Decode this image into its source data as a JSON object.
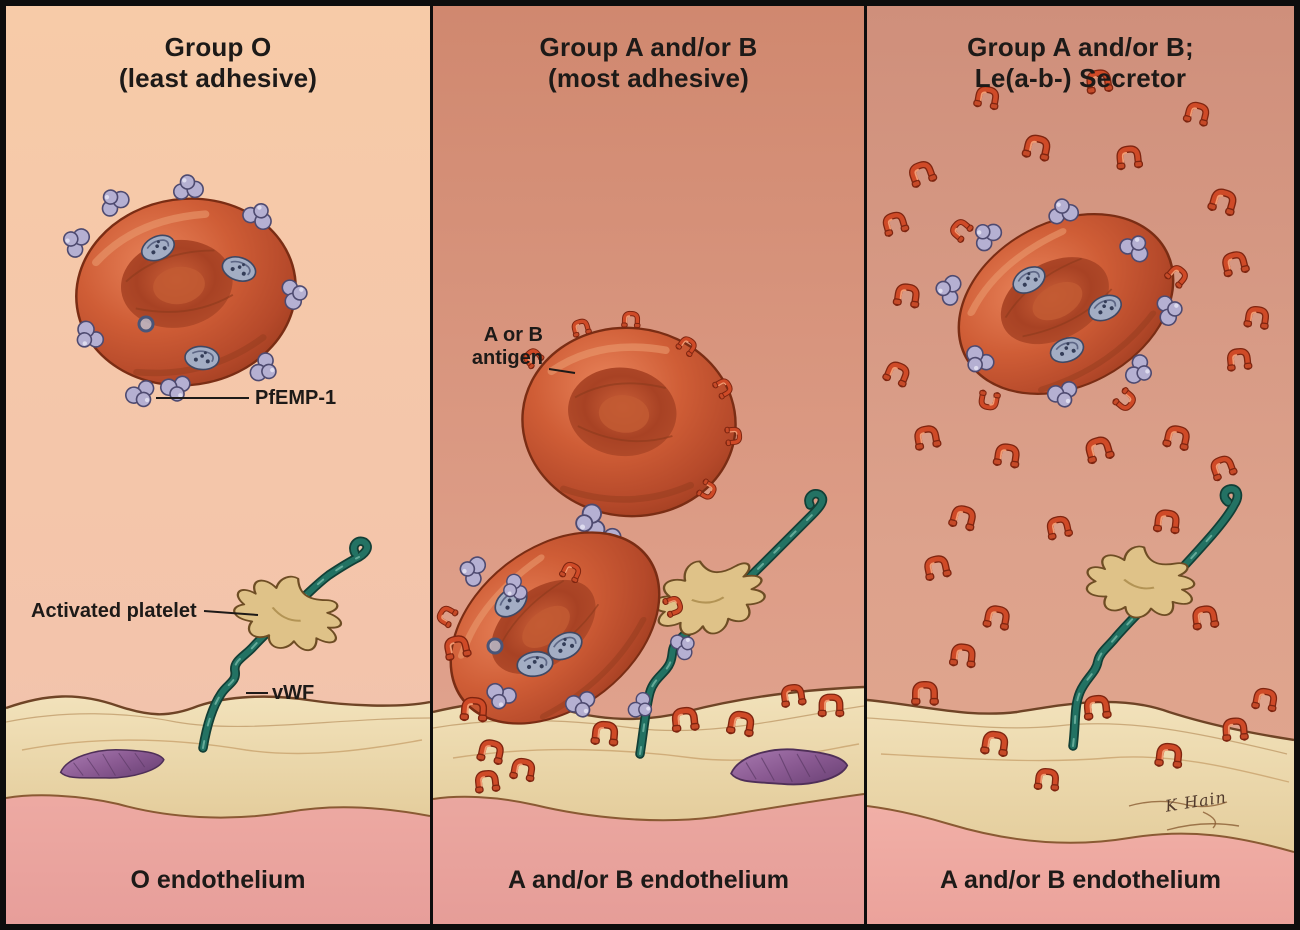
{
  "figure": {
    "description": "Three-panel medical illustration of malaria-infected red blood cell adhesion to endothelium by ABO blood group",
    "panels": [
      {
        "id": "group-o",
        "title_line1": "Group O",
        "title_line2": "(least adhesive)",
        "labels": {
          "pfemp1": "PfEMP-1",
          "activated_platelet": "Activated platelet",
          "vwf": "vWF"
        },
        "caption": "O endothelium"
      },
      {
        "id": "group-a-or-b",
        "title_line1": "Group A and/or B",
        "title_line2": "(most adhesive)",
        "labels": {
          "antigen_line1": "A or B",
          "antigen_line2": "antigen"
        },
        "caption": "A and/or B endothelium"
      },
      {
        "id": "group-a-or-b-secretor",
        "title_line1": "Group A and/or B;",
        "title_line2": "Le(a-b-) Secretor",
        "signature": "K Hain",
        "caption": "A and/or B endothelium"
      }
    ],
    "illustration_legend": {
      "infected-rbc-icon": "parasitized red blood cell with internal parasites",
      "normal-rbc-icon": "uninfected red blood cell",
      "pfemp1-knob-icon": "lavender PfEMP-1 adhesion knob",
      "antigen-icon": "red A/B blood-group antigen fragment",
      "platelet-icon": "activated platelet",
      "vwf-strand-icon": "von Willebrand factor string",
      "endothelium-band": "vessel wall endothelium",
      "endothelial-nucleus": "purple endothelial cell nucleus"
    },
    "colors": {
      "frame": "#0d0d0d",
      "text": "#1d1a18",
      "leader": "#1d1a18",
      "panel1-top": "#f7cba8",
      "panel1-bottom": "#f0c0ae",
      "panel2-top": "#d0886f",
      "panel2-bottom": "#e3a793",
      "panel3-top": "#cf8f7b",
      "panel3-bottom": "#e2a78f",
      "under1": "#efada5",
      "under2": "#ecaaa2",
      "under3": "#f3b4ab",
      "endothelium": "#eedaae",
      "nucleus": "#8a5a92",
      "rbc": "#c65431",
      "knob": "#b5b0d2",
      "antigen": "#cf4a27",
      "platelet": "#dfc288",
      "vwf": "#237263"
    }
  }
}
